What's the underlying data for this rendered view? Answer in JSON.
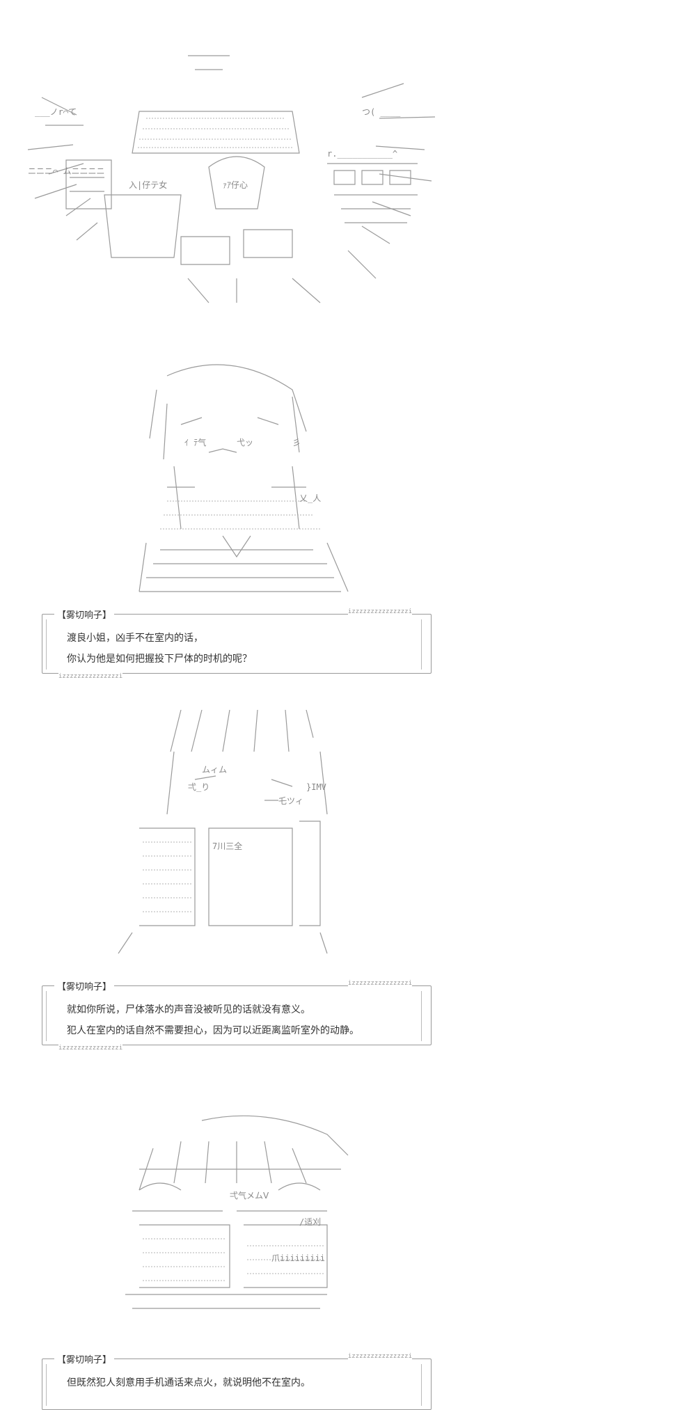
{
  "panels": [
    {
      "speaker": "",
      "lines": []
    },
    {
      "speaker": "【雾切响子】",
      "tail_top": "izzzzzzzzzzzzzzzi",
      "tail_bottom": "izzzzzzzzzzzzzzzi",
      "lines": [
        "渡良小姐，凶手不在室内的话，",
        "你认为他是如何把握投下尸体的时机的呢？"
      ]
    },
    {
      "speaker": "【雾切响子】",
      "tail_top": "izzzzzzzzzzzzzzzi",
      "tail_bottom": "izzzzzzzzzzzzzzzi",
      "lines": [
        "就如你所说，尸体落水的声音没被听见的话就没有意义。",
        "犯人在室内的话自然不需要担心，因为可以近距离监听室外的动静。"
      ]
    },
    {
      "speaker": "【雾切响子】",
      "tail_top": "izzzzzzzzzzzzzzzi",
      "lines": [
        "但既然犯人刻意用手机通话来点火，就说明他不在室内。"
      ]
    }
  ]
}
